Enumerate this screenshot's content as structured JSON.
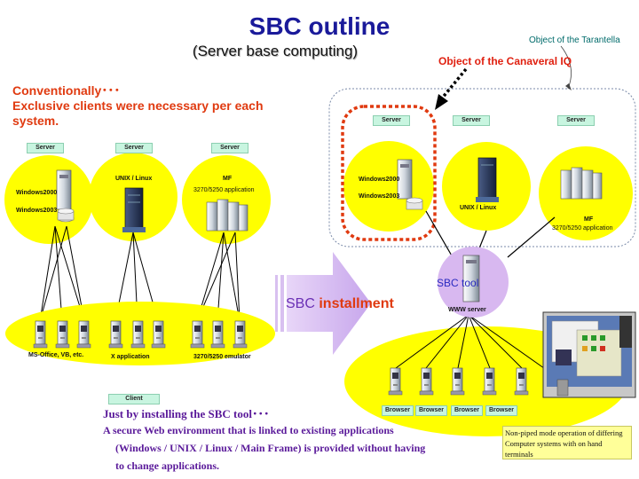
{
  "title": "SBC outline",
  "subtitle": "(Server base computing)",
  "tarantella_note": "Object of the Tarantella",
  "canaveral_note": "Object of the Canaveral IQ",
  "conventional": {
    "line1": "Conventionally･･･",
    "line2": "Exclusive clients were necessary per each",
    "line3": "system."
  },
  "left": {
    "server_tags": [
      "Server",
      "Server",
      "Server"
    ],
    "win_labels": [
      "Windows2000",
      "Windows2003"
    ],
    "unix_label": "UNIX / Linux",
    "mf_label": "MF",
    "mf_sub": "3270/5250 application",
    "client_labels": [
      "MS-Office, VB, etc.",
      "X application",
      "3270/5250 emulator"
    ],
    "client_tag": "Client"
  },
  "right": {
    "server_tags": [
      "Server",
      "Server",
      "Server"
    ],
    "win_labels": [
      "Windows2000",
      "Windows2003"
    ],
    "unix_label": "UNIX / Linux",
    "mf_label": "MF",
    "mf_sub": "3270/5250 application",
    "browser_tags": [
      "Browser",
      "Browser",
      "Browser",
      "Browser"
    ]
  },
  "arrow": {
    "part1": "SBC ",
    "part2": "installment"
  },
  "sbc_tool": "SBC tool",
  "www_server": "WWW server",
  "just_installing": "Just by installing the SBC tool･･･",
  "description": {
    "line1": "A secure Web environment that is linked to existing applications",
    "line2": "(Windows / UNIX / Linux / Main Frame) is provided without having",
    "line3": "to change applications."
  },
  "nonpiped": {
    "line1": "Non-piped mode operation of differing",
    "line2": "Computer systems with on hand",
    "line3": "terminals"
  },
  "colors": {
    "bubble": "#ffff00",
    "purple_bubble": "#d8b8f0",
    "title": "#1a1a9a",
    "accent": "#e03a10"
  }
}
